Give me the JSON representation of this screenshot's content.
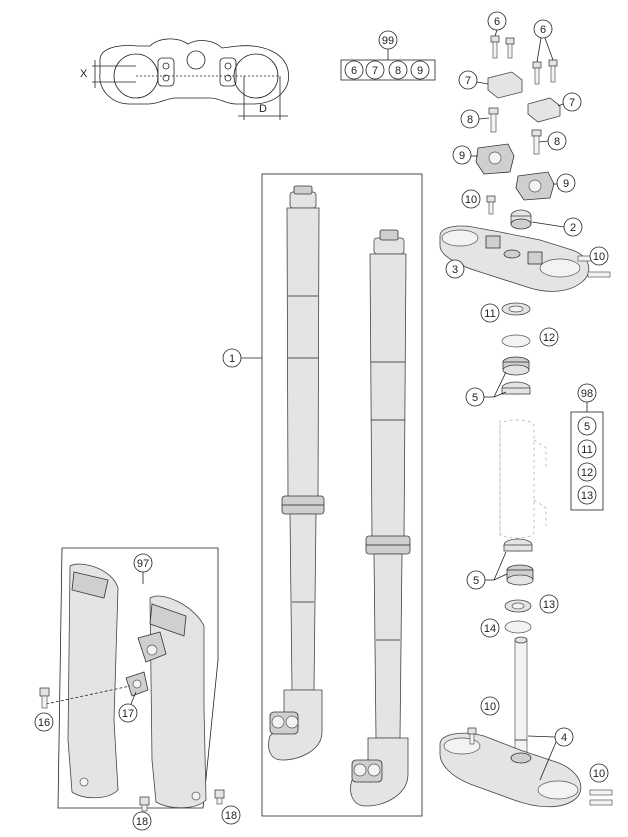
{
  "labels": {
    "c1": "1",
    "c2": "2",
    "c3": "3",
    "c4": "4",
    "c5a": "5",
    "c5b": "5",
    "c6a": "6",
    "c6b": "6",
    "c7a": "7",
    "c7b": "7",
    "c8a": "8",
    "c8b": "8",
    "c9a": "9",
    "c9b": "9",
    "c10a": "10",
    "c10b": "10",
    "c10c": "10",
    "c10d": "10",
    "c11": "11",
    "c12": "12",
    "c13": "13",
    "c14": "14",
    "c16": "16",
    "c17": "17",
    "c18a": "18",
    "c18b": "18",
    "c97": "97"
  },
  "kit99": {
    "id": "99",
    "items": [
      "6",
      "7",
      "8",
      "9"
    ]
  },
  "kit98": {
    "id": "98",
    "items": [
      "5",
      "11",
      "12",
      "13"
    ]
  },
  "dims": {
    "x": "X",
    "d": "D"
  }
}
